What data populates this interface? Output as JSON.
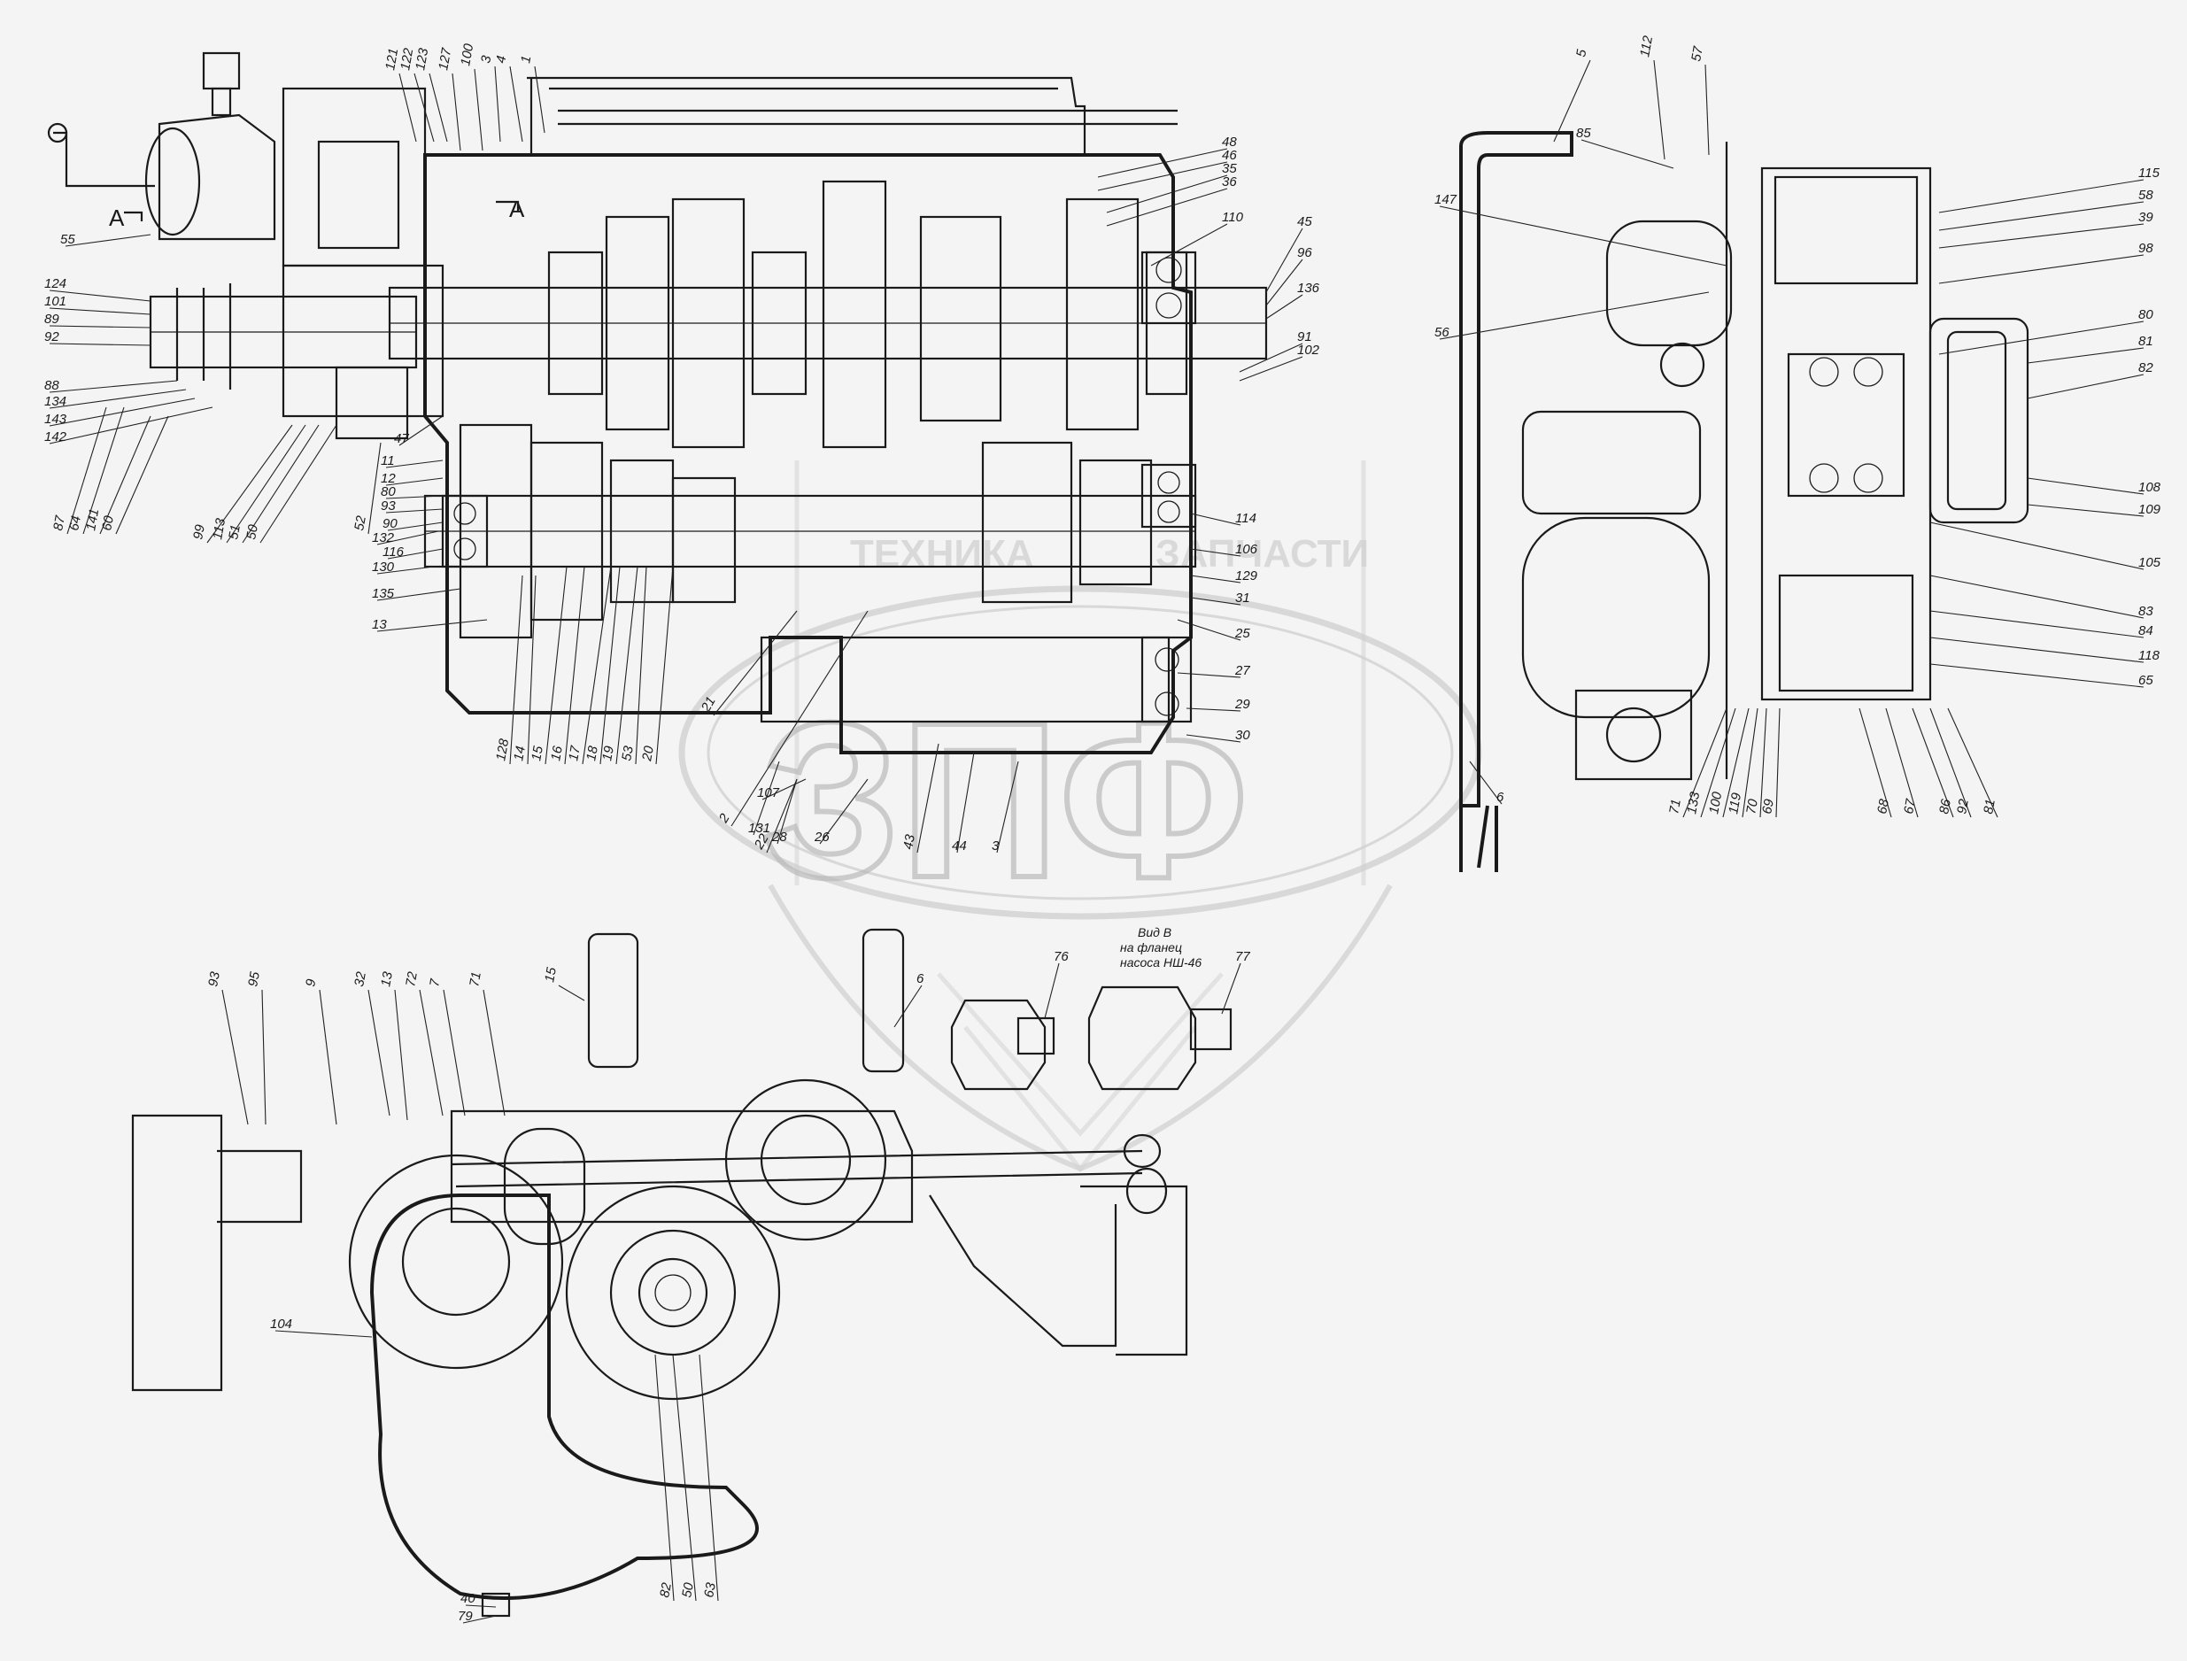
{
  "section_marks": [
    "A",
    "A"
  ],
  "view_note": [
    "Вид В",
    "на фланец",
    "насоса НШ-46"
  ],
  "watermark": {
    "text_left": "ТЕХНИКА",
    "text_right": "ЗАПЧАСТИ",
    "logo_letters": "ЗПФ"
  },
  "labels_main": [
    "121",
    "122",
    "123",
    "127",
    "100",
    "3",
    "4",
    "1",
    "48",
    "46",
    "35",
    "36",
    "110",
    "45",
    "96",
    "136",
    "91",
    "102",
    "55",
    "124",
    "101",
    "89",
    "92",
    "88",
    "134",
    "143",
    "142",
    "87",
    "64",
    "141",
    "60",
    "99",
    "113",
    "51",
    "50",
    "52",
    "47",
    "11",
    "12",
    "80",
    "93",
    "90",
    "132",
    "116",
    "130",
    "135",
    "13",
    "128",
    "14",
    "15",
    "16",
    "17",
    "18",
    "19",
    "53",
    "20",
    "21",
    "2",
    "22",
    "107",
    "131",
    "28",
    "26",
    "43",
    "44",
    "3",
    "25",
    "27",
    "29",
    "30",
    "31",
    "129",
    "106",
    "114"
  ],
  "labels_right": [
    "5",
    "112",
    "57",
    "85",
    "147",
    "56",
    "115",
    "58",
    "39",
    "98",
    "80",
    "81",
    "82",
    "108",
    "109",
    "105",
    "83",
    "84",
    "118",
    "65",
    "71",
    "133",
    "100",
    "119",
    "70",
    "69",
    "68",
    "67",
    "86",
    "92",
    "81",
    "6"
  ],
  "labels_bottom": [
    "93",
    "95",
    "9",
    "32",
    "13",
    "72",
    "7",
    "71",
    "15",
    "6",
    "76",
    "77",
    "104",
    "40",
    "79",
    "82",
    "50",
    "63"
  ]
}
